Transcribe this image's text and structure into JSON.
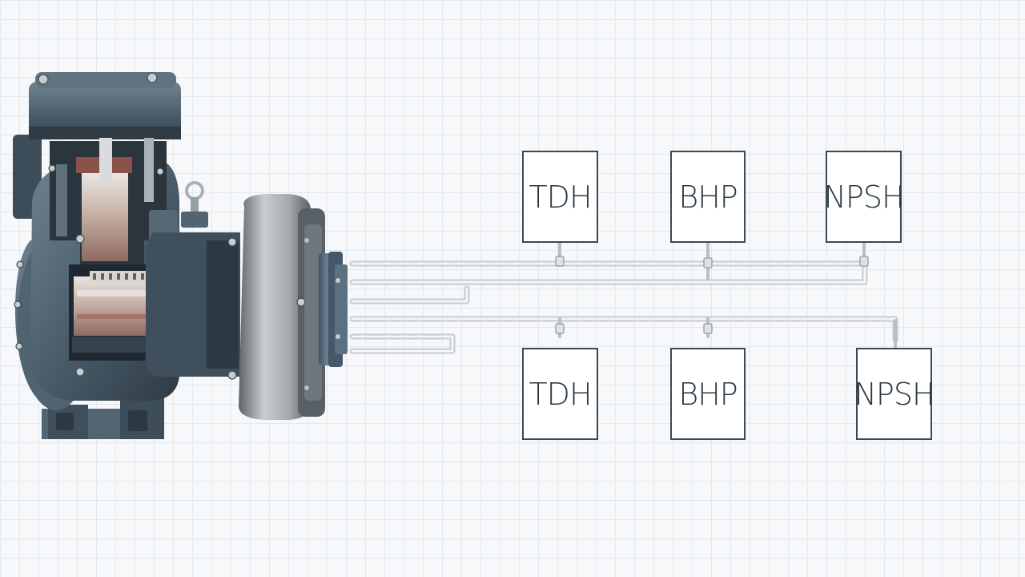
{
  "diagram": {
    "top_labels": [
      "TDH",
      "BHP",
      "NPSH"
    ],
    "bottom_labels": [
      "TDH",
      "BHP",
      "NPSH"
    ],
    "colors": {
      "background": "#f6f8fa",
      "grid": "#e4e9ee",
      "box_border": "#3a4a55",
      "label_text": "#2b3942",
      "pipe": "#d2d7dc",
      "pump_body": "#4a5d6b",
      "pump_dark": "#2e3b45",
      "flywheel": "#9aa0a4",
      "copper": "#b0675a"
    }
  }
}
